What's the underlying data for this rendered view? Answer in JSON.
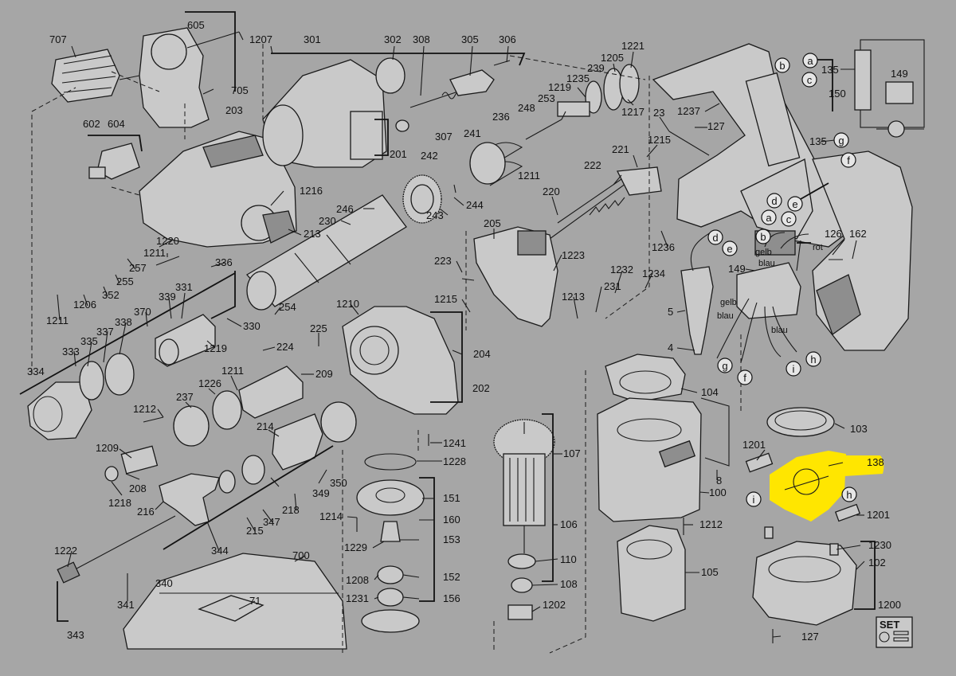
{
  "labels": {
    "n707": "707",
    "n605": "605",
    "n705": "705",
    "n1207": "1207",
    "n301": "301",
    "n302": "302",
    "n308": "308",
    "n305": "305",
    "n306": "306",
    "n1221": "1221",
    "n1205": "1205",
    "n239": "239",
    "n1235": "1235",
    "n1219": "1219",
    "n248": "248",
    "n253": "253",
    "n1217": "1217",
    "n203": "203",
    "n602": "602",
    "n604": "604",
    "n307": "307",
    "n201": "201",
    "n236": "236",
    "n241": "241",
    "n1211a": "1211",
    "n23": "23",
    "n1237": "1237",
    "n127a": "127",
    "n135a": "135",
    "n149a": "149",
    "n150": "150",
    "n135b": "135",
    "n1216": "1216",
    "n242": "242",
    "n244": "244",
    "n246": "246",
    "n230": "230",
    "n243": "243",
    "n220": "220",
    "n221": "221",
    "n1215a": "1215",
    "n222": "222",
    "n213": "213",
    "n1220": "1220",
    "n1211b": "1211",
    "n257": "257",
    "n255": "255",
    "n352": "352",
    "n1206": "1206",
    "n1211c": "1211",
    "n336": "336",
    "n205": "205",
    "n1223": "1223",
    "n1236": "1236",
    "n126": "126",
    "n162": "162",
    "n223": "223",
    "n1232": "1232",
    "n1234": "1234",
    "n149b": "149",
    "n331": "331",
    "n339": "339",
    "n370": "370",
    "n338": "338",
    "n337": "337",
    "n335": "335",
    "n333": "333",
    "n334": "334",
    "n330": "330",
    "n1219b": "1219",
    "n254": "254",
    "n1210": "1210",
    "n1215b": "1215",
    "n1213": "1213",
    "n231": "231",
    "n5": "5",
    "n4": "4",
    "n225": "225",
    "n224": "224",
    "n209": "209",
    "n204": "204",
    "n1211d": "1211",
    "n237": "237",
    "n1226": "1226",
    "n202": "202",
    "n104": "104",
    "n103": "103",
    "n1212a": "1212",
    "n1209": "1209",
    "n214": "214",
    "n1241": "1241",
    "n1228": "1228",
    "n107": "107",
    "n1201a": "1201",
    "n138": "138",
    "n208": "208",
    "n1218": "1218",
    "n216": "216",
    "n350": "350",
    "n349": "349",
    "n218": "218",
    "n347": "347",
    "n215": "215",
    "n8": "8",
    "n100": "100",
    "n151": "151",
    "n1214": "1214",
    "n160": "160",
    "n106": "106",
    "n1212b": "1212",
    "n1201b": "1201",
    "n1222": "1222",
    "n344": "344",
    "n700": "700",
    "n1229": "1229",
    "n153": "153",
    "n1230": "1230",
    "n102": "102",
    "n340": "340",
    "n110": "110",
    "n105": "105",
    "n1208": "1208",
    "n152": "152",
    "n108": "108",
    "n71": "71",
    "n1231": "1231",
    "n156": "156",
    "n1202": "1202",
    "n1200": "1200",
    "n341": "341",
    "n343": "343",
    "n127b": "127",
    "set": "SET"
  },
  "wires": {
    "gelb1": "gelb",
    "blau1": "blau",
    "rot": "rot",
    "gelb2": "gelb",
    "blau2": "blau",
    "blau3": "blau"
  },
  "letters": {
    "a1": "a",
    "b1": "b",
    "c1": "c",
    "g1": "g",
    "f1": "f",
    "d1": "d",
    "e1": "e",
    "a2": "a",
    "b2": "b",
    "c2": "c",
    "d2": "d",
    "e2": "e",
    "h1": "h",
    "i1": "i",
    "g2": "g",
    "f2": "f",
    "i2": "i",
    "h2": "h"
  },
  "colors": {
    "background": "#a6a6a6",
    "highlight": "#ffe600",
    "ink": "#111111"
  },
  "highlighted_part": "138"
}
